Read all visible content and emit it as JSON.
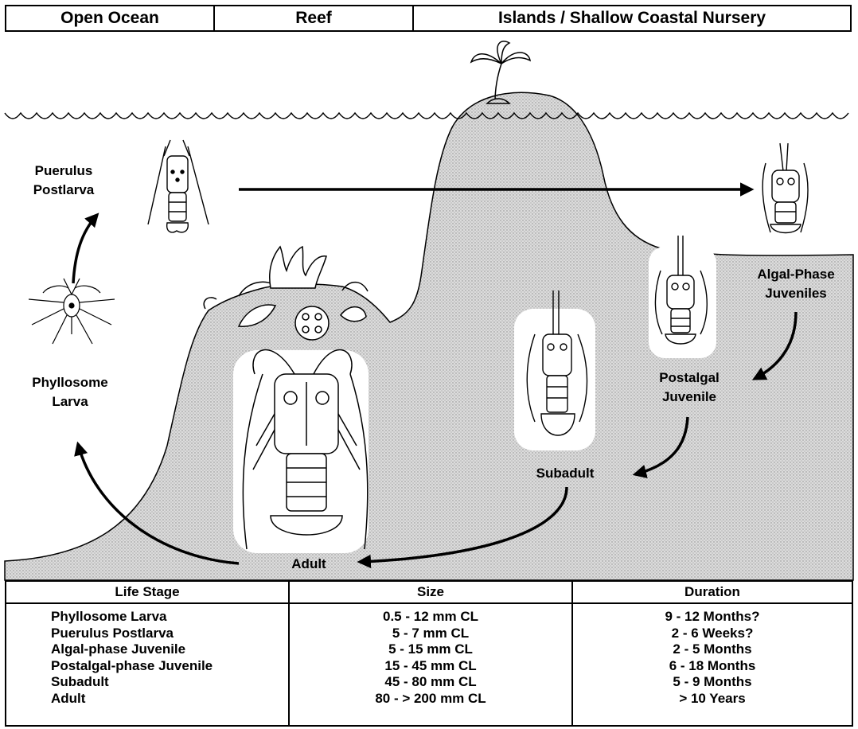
{
  "zones": [
    "Open Ocean",
    "Reef",
    "Islands / Shallow Coastal Nursery"
  ],
  "stage_labels": {
    "puerulus_line1": "Puerulus",
    "puerulus_line2": "Postlarva",
    "phyllosome_line1": "Phyllosome",
    "phyllosome_line2": "Larva",
    "algal_line1": "Algal-Phase",
    "algal_line2": "Juveniles",
    "postalgal_line1": "Postalgal",
    "postalgal_line2": "Juvenile",
    "subadult": "Subadult",
    "adult": "Adult"
  },
  "table": {
    "headers": [
      "Life Stage",
      "Size",
      "Duration"
    ],
    "stages": [
      "Phyllosome Larva",
      "Puerulus Postlarva",
      "Algal-phase Juvenile",
      "Postalgal-phase Juvenile",
      "Subadult",
      "Adult"
    ],
    "sizes": [
      "0.5 - 12 mm CL",
      "5 - 7 mm CL",
      "5 - 15 mm CL",
      "15 - 45 mm CL",
      "45 - 80 mm CL",
      "80 - > 200 mm CL"
    ],
    "durations": [
      "9 - 12 Months?",
      "2 - 6 Weeks?",
      "2 - 5 Months",
      "6 - 18 Months",
      "5 - 9 Months",
      "> 10 Years"
    ]
  },
  "colors": {
    "seafloor": "#d6d6d6",
    "ink": "#000000",
    "organism_halo": "#ffffff"
  },
  "icons": [
    "palm-tree-icon",
    "lobster-icon",
    "coral-icon",
    "phyllosome-larva-icon"
  ]
}
